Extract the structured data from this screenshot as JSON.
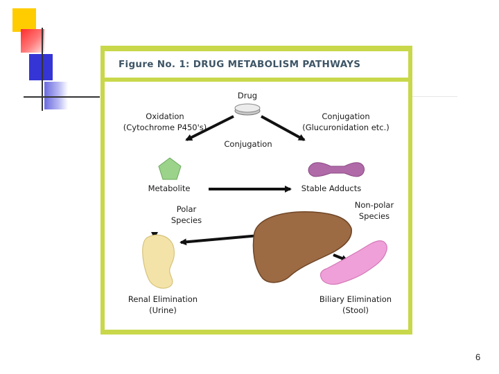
{
  "figure": {
    "title": "Figure No. 1: DRUG METABOLISM PATHWAYS",
    "labels": {
      "drug": "Drug",
      "oxidation_line1": "Oxidation",
      "oxidation_line2": "(Cytochrome P450's)",
      "conjugation_right_line1": "Conjugation",
      "conjugation_right_line2": "(Glucuronidation etc.)",
      "conjugation_mid": "Conjugation",
      "metabolite": "Metabolite",
      "stable_adducts": "Stable Adducts",
      "polar_line1": "Polar",
      "polar_line2": "Species",
      "nonpolar_line1": "Non-polar",
      "nonpolar_line2": "Species",
      "renal_line1": "Renal Elimination",
      "renal_line2": "(Urine)",
      "biliary_line1": "Biliary Elimination",
      "biliary_line2": "(Stool)"
    },
    "colors": {
      "frame": "#c8d84a",
      "title_text": "#3e5566",
      "metabolite": "#9bd38b",
      "adduct": "#b06aa8",
      "liver": "#9c6a43",
      "kidney": "#f4e3a8",
      "intestine": "#f0a0d8"
    }
  },
  "slide": {
    "page_number": "6"
  }
}
